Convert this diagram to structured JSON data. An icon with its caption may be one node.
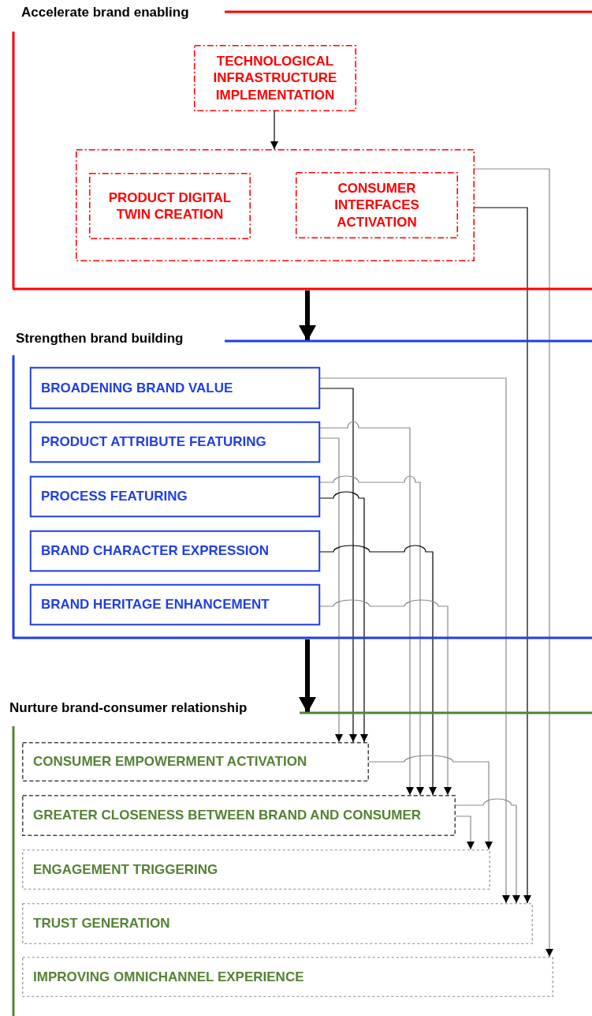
{
  "diagram": {
    "nodes": [
      {
        "text": [
          "Accelerate brand enabling"
        ]
      },
      {
        "text": [
          "TECHNOLOGICAL INFRASTRUCTURE IMPLEMENTATION"
        ],
        "in": 0
      },
      {
        "text": [],
        "shape": "box",
        "in": 0
      },
      {
        "text": [
          "PRODUCT DIGITAL TWIN CREATION"
        ],
        "in": 2
      },
      {
        "text": [
          "CONSUMER INTERFACES ACTIVATION"
        ],
        "in": 2
      },
      {
        "text": [
          "Strengthen brand building"
        ]
      },
      {
        "text": [
          "BROADENING BRAND VALUE"
        ],
        "in": 5
      },
      {
        "text": [
          "PRODUCT ATTRIBUTE FEATURING"
        ],
        "in": 5
      },
      {
        "text": [
          "PROCESS FEATURING"
        ],
        "in": 5
      },
      {
        "text": [
          "BRAND CHARACTER EXPRESSION"
        ],
        "in": 5
      },
      {
        "text": [
          "BRAND HERITAGE ENHANCEMENT"
        ],
        "in": 5
      },
      {
        "text": [
          "Nurture brand-consumer relationship"
        ]
      },
      {
        "text": [
          "CONSUMER EMPOWERMENT ACTIVATION"
        ],
        "in": 11
      },
      {
        "text": [
          "GREATER CLOSENESS BETWEEN BRAND AND CONSUMER"
        ],
        "in": 11
      },
      {
        "text": [
          "ENGAGEMENT TRIGGERING"
        ],
        "in": 11
      },
      {
        "text": [
          "TRUST GENERATION"
        ],
        "in": 11
      },
      {
        "text": [
          "IMPROVING OMNICHANNEL EXPERIENCE"
        ],
        "in": 11
      }
    ],
    "edges": [
      {
        "from": 1,
        "to": 2,
        "arrow": "to",
        "color": "#000000"
      },
      {
        "from": 2,
        "to": 16,
        "arrow": "to"
      },
      {
        "from": 2,
        "to": 15,
        "arrow": "to",
        "color": "#000000"
      },
      {
        "from": 0,
        "to": 5,
        "arrow": "to",
        "style": "thick",
        "color": "#000000"
      },
      {
        "from": 5,
        "to": 11,
        "arrow": "to",
        "style": "thick",
        "color": "#000000"
      },
      {
        "from": 6,
        "to": 15,
        "arrow": "to"
      },
      {
        "from": 6,
        "to": 12,
        "arrow": "to",
        "color": "#000000"
      },
      {
        "from": 7,
        "to": 13,
        "arrow": "to"
      },
      {
        "from": 7,
        "to": 12,
        "arrow": "to"
      },
      {
        "from": 8,
        "to": 13,
        "arrow": "to"
      },
      {
        "from": 8,
        "to": 12,
        "arrow": "to",
        "color": "#000000"
      },
      {
        "from": 9,
        "to": 13,
        "arrow": "to",
        "color": "#000000"
      },
      {
        "from": 10,
        "to": 13,
        "arrow": "to"
      },
      {
        "from": 12,
        "to": 14,
        "arrow": "to"
      },
      {
        "from": 13,
        "to": 15,
        "arrow": "to"
      },
      {
        "from": 13,
        "to": 14,
        "arrow": "to"
      }
    ]
  }
}
